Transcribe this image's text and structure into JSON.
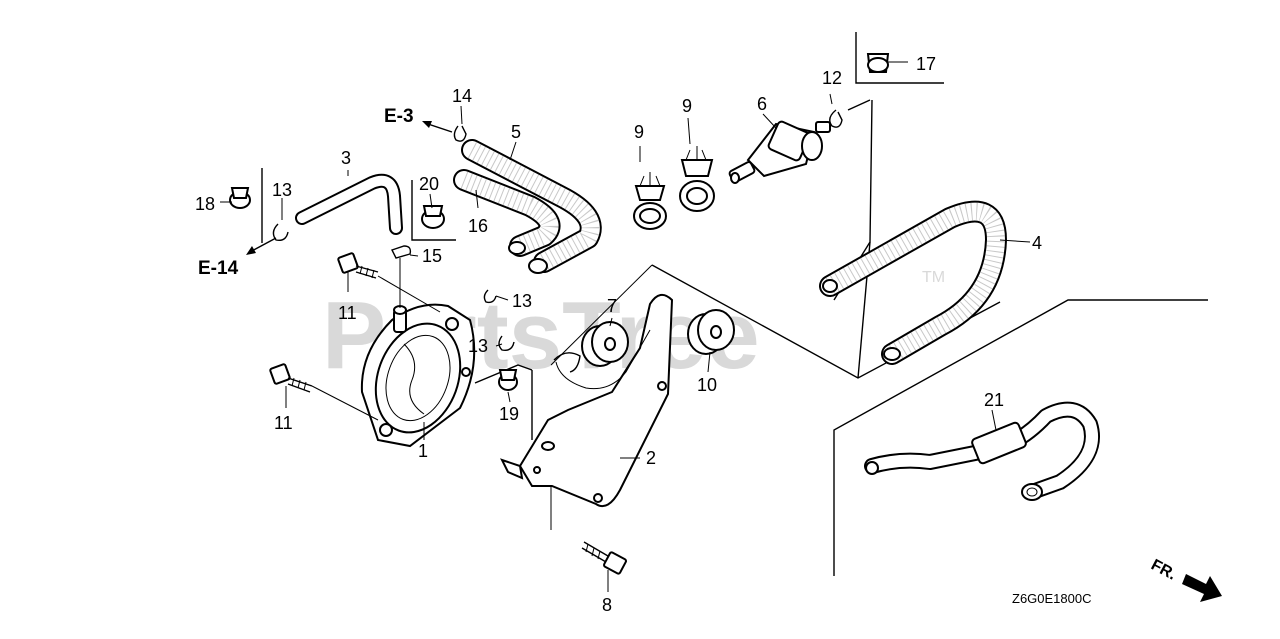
{
  "watermark": {
    "text": "PartsTree",
    "trademark": "TM"
  },
  "diagram_code": "Z6G0E1800C",
  "direction_marker": {
    "label": "FR."
  },
  "references": [
    {
      "id": "e3",
      "label": "E-3"
    },
    {
      "id": "e14",
      "label": "E-14"
    }
  ],
  "callouts": {
    "c1": "1",
    "c2": "2",
    "c3": "3",
    "c4": "4",
    "c5": "5",
    "c6": "6",
    "c7": "7",
    "c8": "8",
    "c9a": "9",
    "c9b": "9",
    "c10": "10",
    "c11a": "11",
    "c11b": "11",
    "c12": "12",
    "c13a": "13",
    "c13b": "13",
    "c13c": "13",
    "c14": "14",
    "c15": "15",
    "c16": "16",
    "c17": "17",
    "c18": "18",
    "c19": "19",
    "c20": "20",
    "c21": "21"
  }
}
